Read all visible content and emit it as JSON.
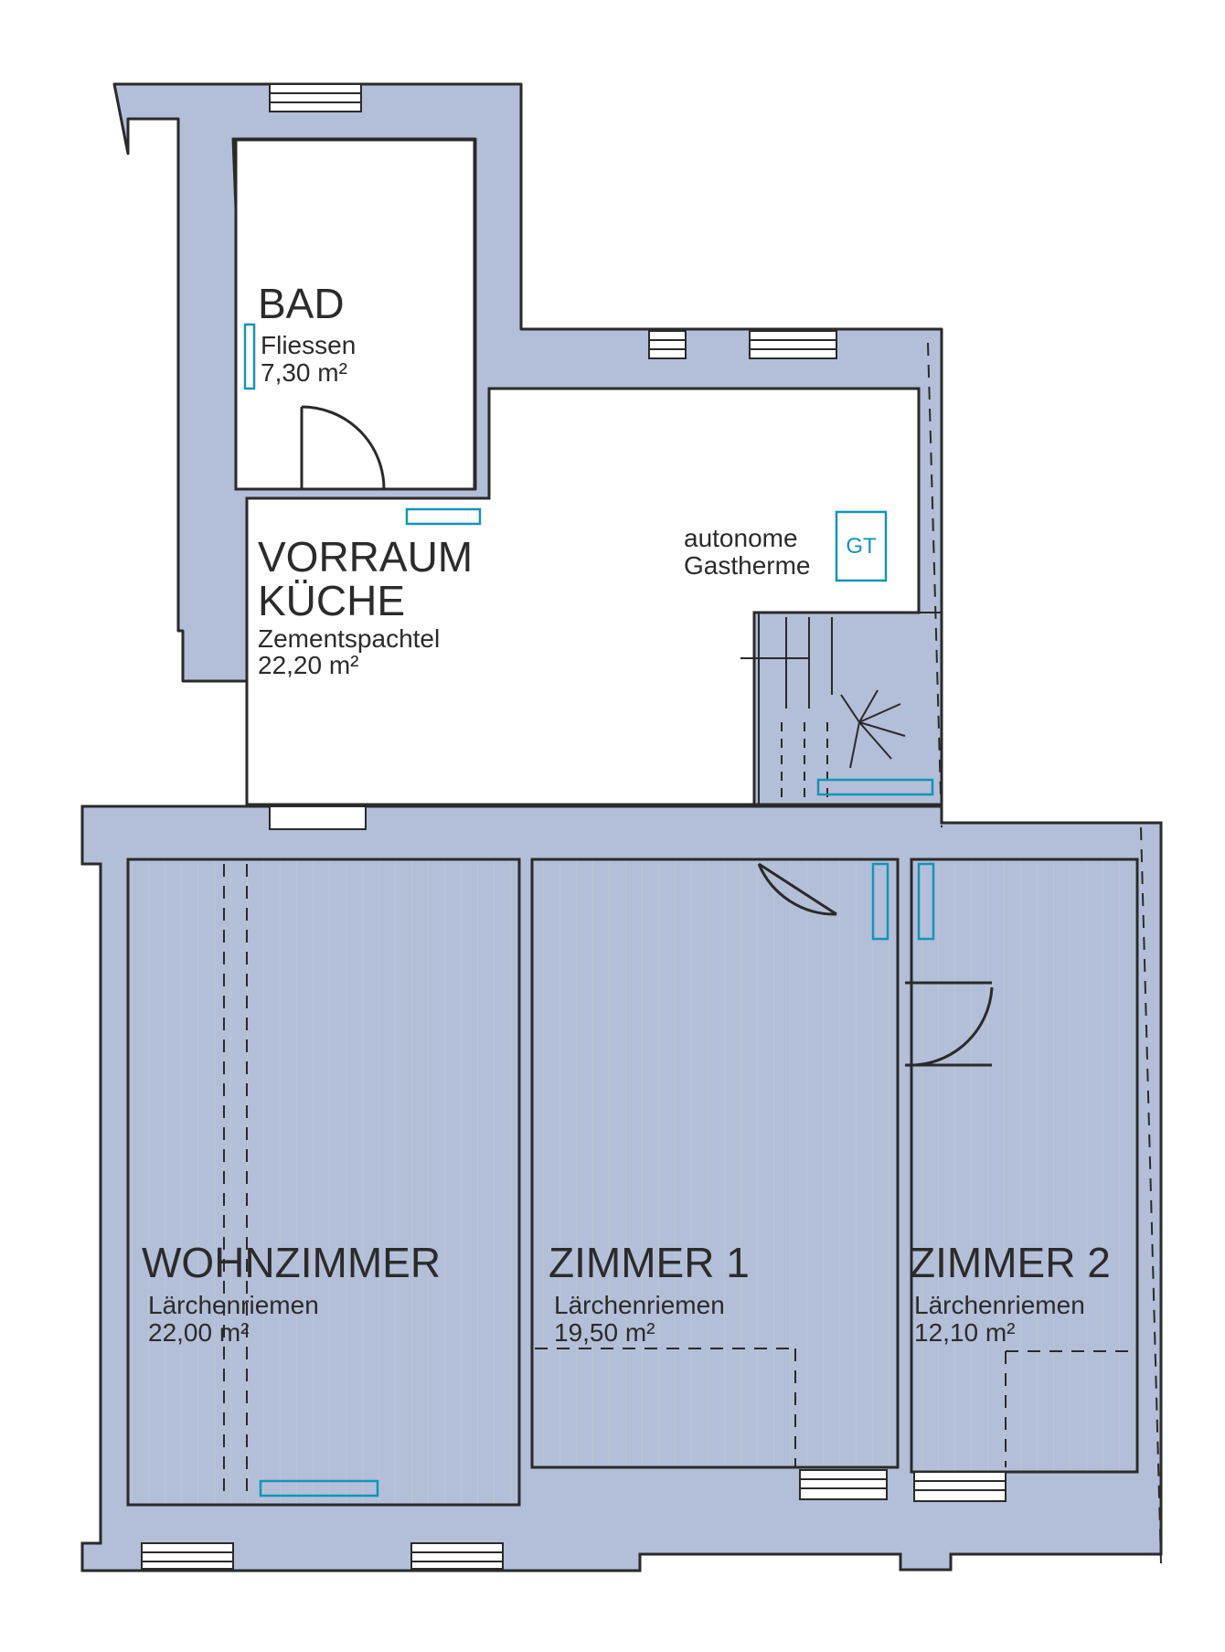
{
  "rooms": [
    {
      "name": "BAD",
      "floor": "Fliessen",
      "area": "7,30 m²"
    },
    {
      "name_line1": "VORRAUM",
      "name_line2": "KÜCHE",
      "floor": "Zementspachtel",
      "area": "22,20 m²"
    },
    {
      "name": "WOHNZIMMER",
      "floor": "Lärchenriemen",
      "area": "22,00 m²"
    },
    {
      "name": "ZIMMER 1",
      "floor": "Lärchenriemen",
      "area": "19,50 m²"
    },
    {
      "name": "ZIMMER 2",
      "floor": "Lärchenriemen",
      "area": "12,10 m²"
    }
  ],
  "boiler": {
    "line1": "autonome",
    "line2": "Gastherme",
    "symbol": "GT"
  },
  "colors": {
    "wall": "#b3bfd8",
    "outline": "#2a2a2a",
    "radiator": "#1493b8",
    "floor": "#ffffff"
  }
}
